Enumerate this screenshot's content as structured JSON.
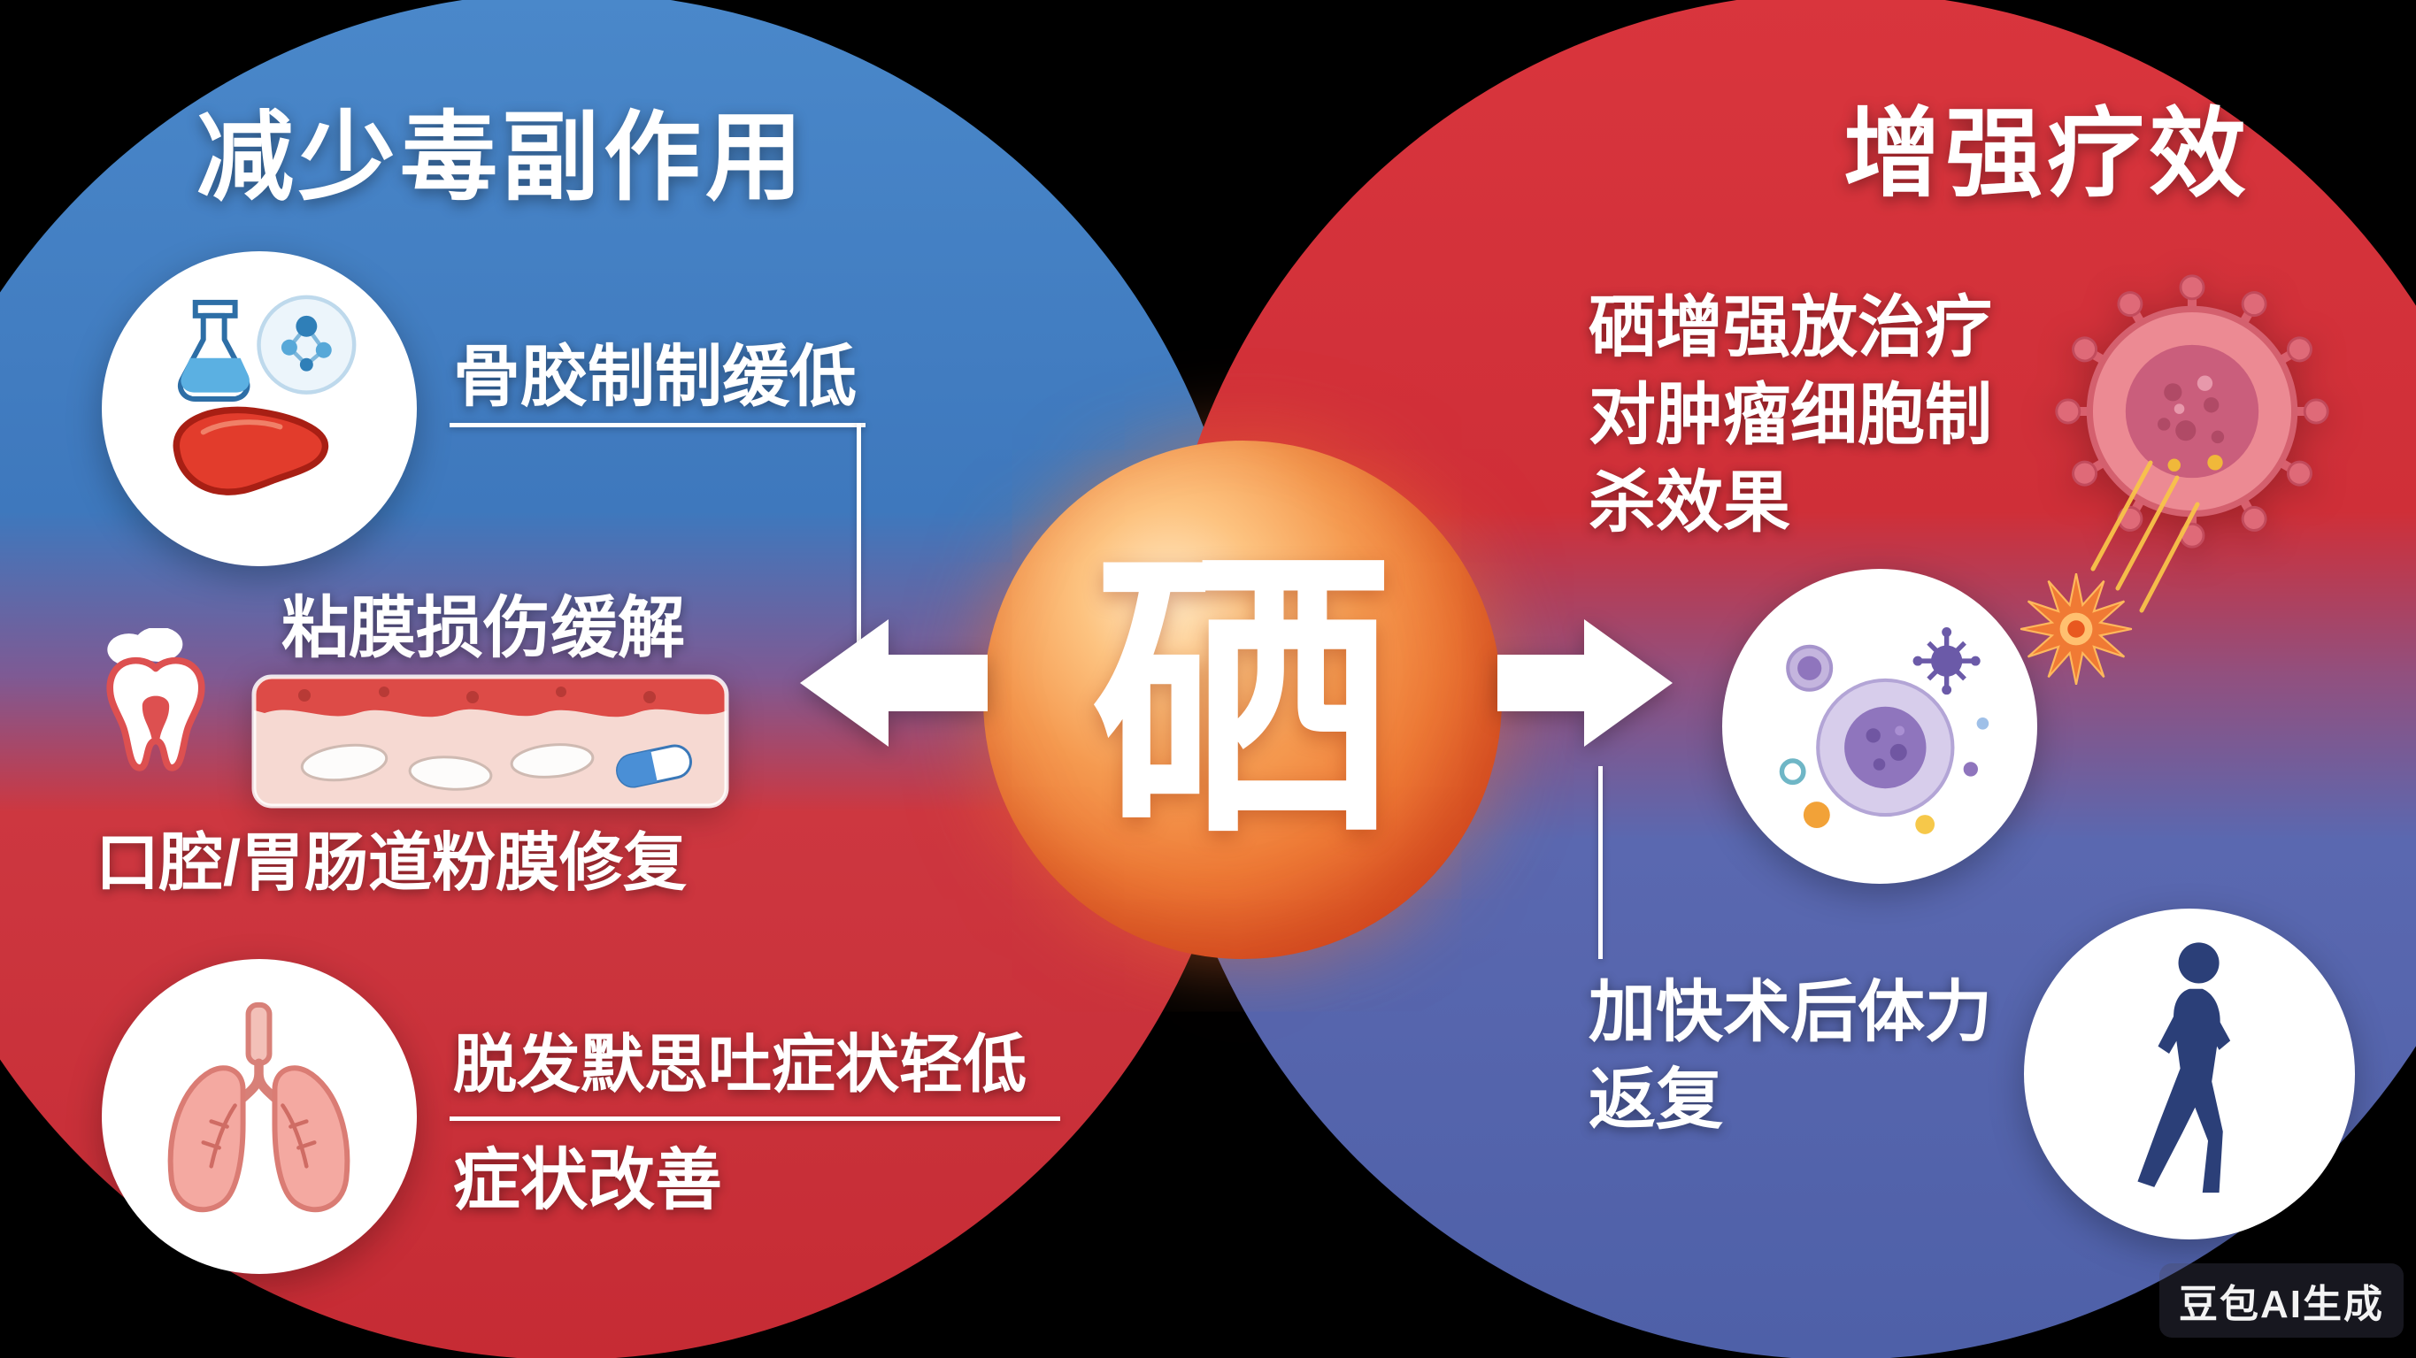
{
  "center": {
    "symbol": "硒"
  },
  "left_panel": {
    "title": "减少毒副作用",
    "item1": "骨胶制制缓低",
    "item2": "粘膜损伤缓解",
    "item3": "口腔/胃肠道粉膜修复",
    "item4": "脱发默思吐症状轻低",
    "item5": "症状改善"
  },
  "right_panel": {
    "title": "增强疗效",
    "item1": "硒增强放治疗\n对肿瘤细胞制\n杀效果",
    "item2": "加快术后体力\n返复"
  },
  "watermark": "豆包AI生成",
  "colors": {
    "background": "#000000",
    "left_circle_top": "#3e78bd",
    "left_circle_bottom": "#c62b34",
    "right_circle_top": "#cf2f38",
    "right_circle_bottom": "#4e60a8",
    "sphere_accent": "#ee7a36",
    "text": "#ffffff"
  }
}
